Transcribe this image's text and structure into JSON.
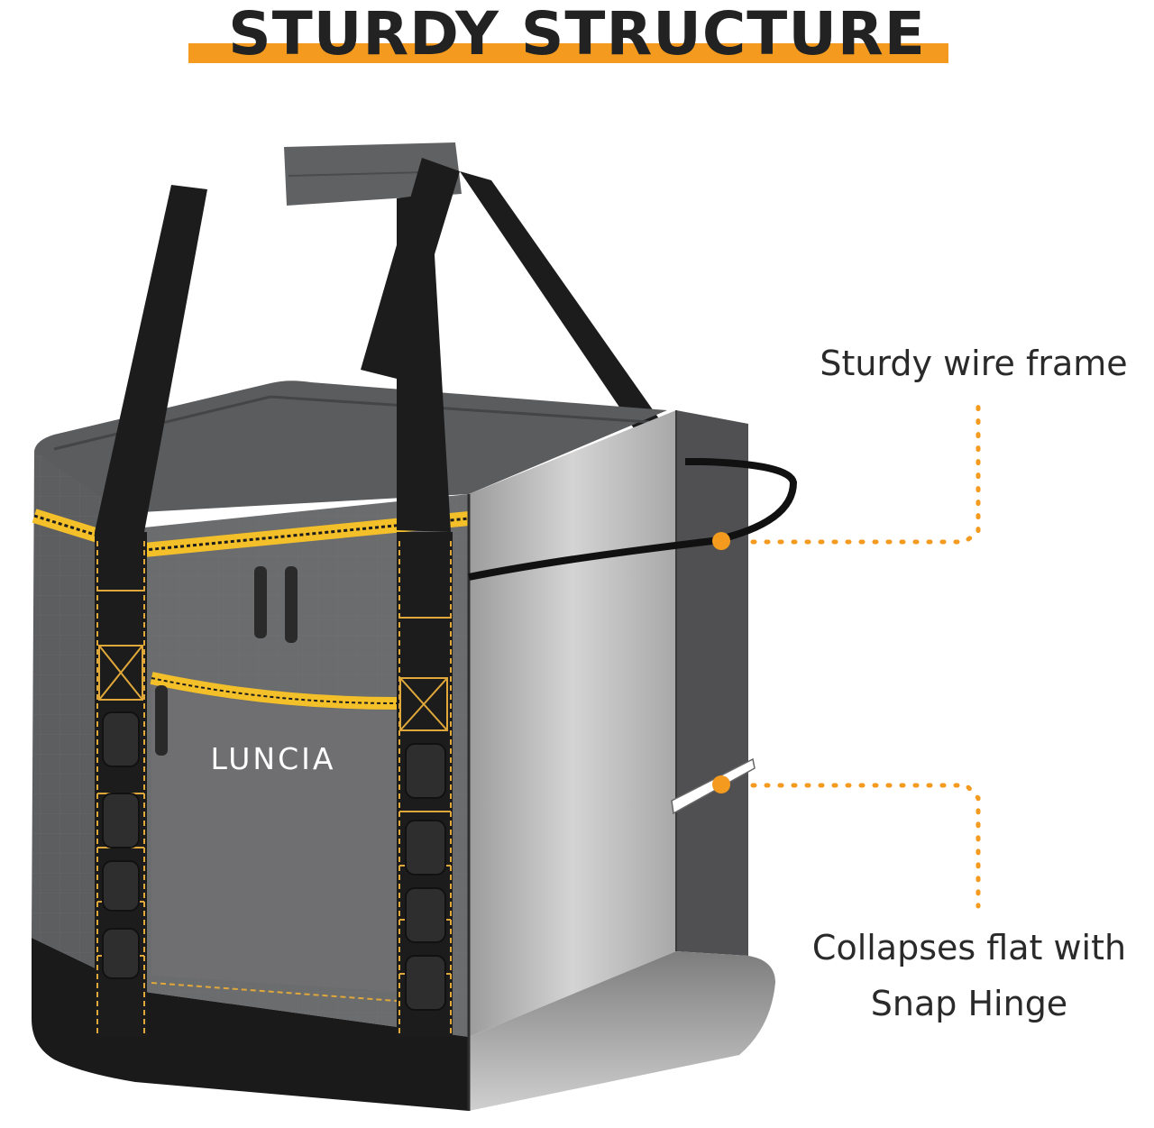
{
  "headline": {
    "title": "STURDY STRUCTURE"
  },
  "product": {
    "brand": "LUNCIA"
  },
  "callouts": {
    "frame": "Sturdy wire frame",
    "hinge": "Collapses flat with Snap Hinge"
  },
  "colors": {
    "accent": "#f39a1f",
    "zip_yellow": "#f4c02a",
    "bag_grey": "#6b6c6e",
    "bag_dark": "#515254",
    "strap_black": "#1c1c1c",
    "text": "#222222"
  }
}
